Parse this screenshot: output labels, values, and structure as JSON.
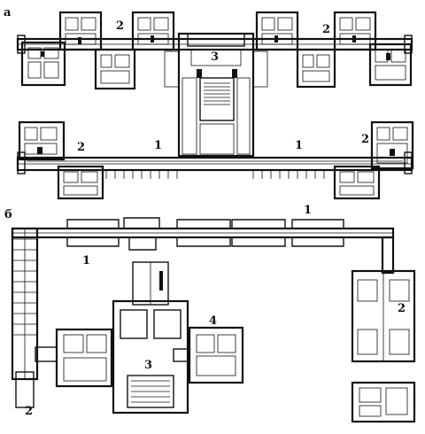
{
  "plan_a": {
    "letter": "а",
    "labels": {
      "north_left": "2",
      "north_right": "2",
      "center": "3",
      "south_left_wing": "2",
      "south_left_corridor": "1",
      "south_right_corridor": "1",
      "south_right_wing": "2"
    }
  },
  "plan_b": {
    "letter": "б",
    "labels": {
      "top_corridor": "1",
      "left_corridor": "1",
      "center": "3",
      "right_block": "4",
      "east_wing": "2",
      "bottom_left": "2"
    }
  }
}
